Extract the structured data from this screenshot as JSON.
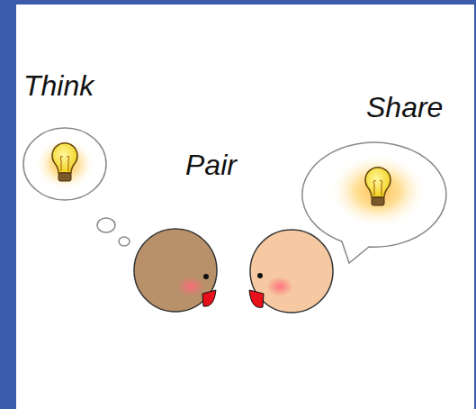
{
  "diagram": {
    "labels": [
      "Think",
      "Pair",
      "Share"
    ]
  }
}
